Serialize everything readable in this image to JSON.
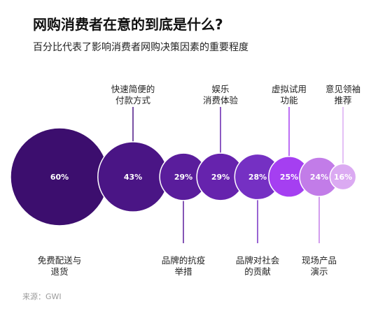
{
  "chart_data": {
    "type": "scatter",
    "title": "网购消费者在意的到底是什么?",
    "subtitle": "百分比代表了影响消费者网购决策因素的重要程度",
    "categories": [
      [
        "免费配送与",
        "退货"
      ],
      [
        "快速简便的",
        "付款方式"
      ],
      [
        "品牌的抗疫",
        "举措"
      ],
      [
        "娱乐",
        "消费体验"
      ],
      [
        "品牌对社会",
        "的贡献"
      ],
      [
        "虚拟试用",
        "功能"
      ],
      [
        "现场产品",
        "演示"
      ],
      [
        "意见领袖",
        "推荐"
      ]
    ],
    "values": [
      60,
      43,
      29,
      29,
      28,
      25,
      24,
      16
    ],
    "data_labels": [
      "60%",
      "43%",
      "29%",
      "29%",
      "28%",
      "25%",
      "24%",
      "16%"
    ],
    "colors": [
      "#3c0e6e",
      "#4a1585",
      "#5a1d9c",
      "#6623ad",
      "#7530c3",
      "#a53ff1",
      "#c27ce8",
      "#dbaaf2"
    ],
    "grid": false,
    "legend": "none"
  },
  "source": "来源：GWI"
}
